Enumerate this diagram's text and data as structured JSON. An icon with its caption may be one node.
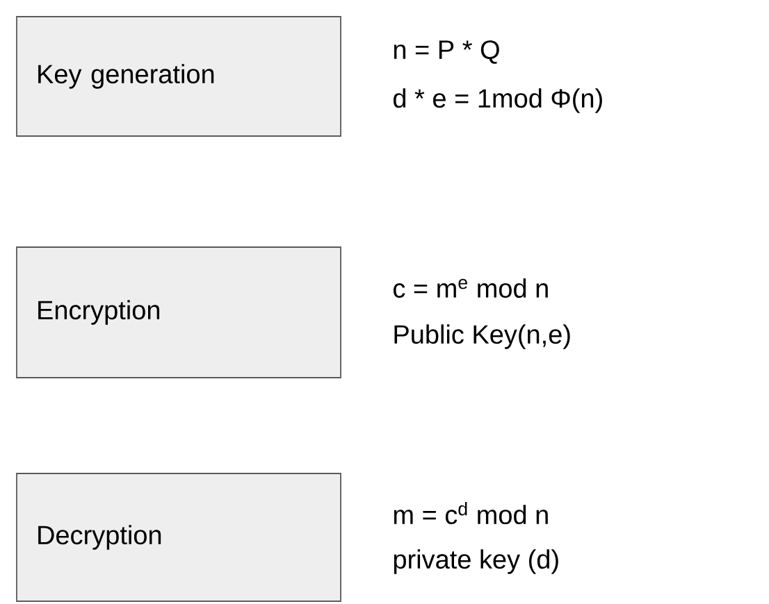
{
  "diagram": {
    "nodes": [
      {
        "text": [
          "Key generation"
        ],
        "beside": [
          "n = P * Q",
          "d * e = 1mod Φ(n)"
        ]
      },
      {
        "text": [
          "Encryption"
        ],
        "beside": [
          "c = m$^{e}$ mod n",
          "Public Key(n,e)"
        ]
      },
      {
        "text": [
          "Decryption"
        ],
        "beside": [
          "m = c$^{d}$ mod n",
          "private key (d)"
        ]
      }
    ]
  }
}
